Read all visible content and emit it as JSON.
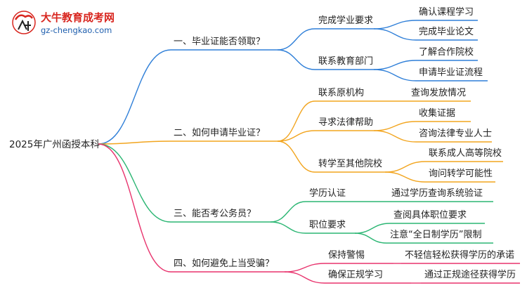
{
  "brand": {
    "title": "大牛教育成考网",
    "url": "gz-chengkao.com",
    "colors": {
      "title": "#d8261f",
      "url": "#1f5fae"
    }
  },
  "root": {
    "label": "2025年广州函授本科"
  },
  "branches": [
    {
      "label": "一、毕业证能否领取？",
      "color": "#2f7fd8",
      "children": [
        {
          "label": "完成学业要求",
          "children": [
            "确认课程学习",
            "完成毕业论文"
          ]
        },
        {
          "label": "联系教育部门",
          "children": [
            "了解合作院校",
            "申请毕业证流程"
          ]
        }
      ]
    },
    {
      "label": "二、如何申请毕业证？",
      "color": "#f2a51f",
      "children": [
        {
          "label": "联系原机构",
          "children": [
            "查询发放情况"
          ]
        },
        {
          "label": "寻求法律帮助",
          "children": [
            "收集证据",
            "咨询法律专业人士"
          ]
        },
        {
          "label": "转学至其他院校",
          "children": [
            "联系成人高等院校",
            "询问转学可能性"
          ]
        }
      ]
    },
    {
      "label": "三、能否考公务员？",
      "color": "#2bb673",
      "children": [
        {
          "label": "学历认证",
          "children": [
            "通过学历查询系统验证"
          ]
        },
        {
          "label": "职位要求",
          "children": [
            "查阅具体职位要求",
            "注意“全日制学历”限制"
          ]
        }
      ]
    },
    {
      "label": "四、如何避免上当受骗？",
      "color": "#e8336d",
      "children": [
        {
          "label": "保持警惕",
          "children": [
            "不轻信轻松获得学历的承诺"
          ]
        },
        {
          "label": "确保正规学习",
          "children": [
            "通过正规途径获得学历"
          ]
        }
      ]
    }
  ]
}
